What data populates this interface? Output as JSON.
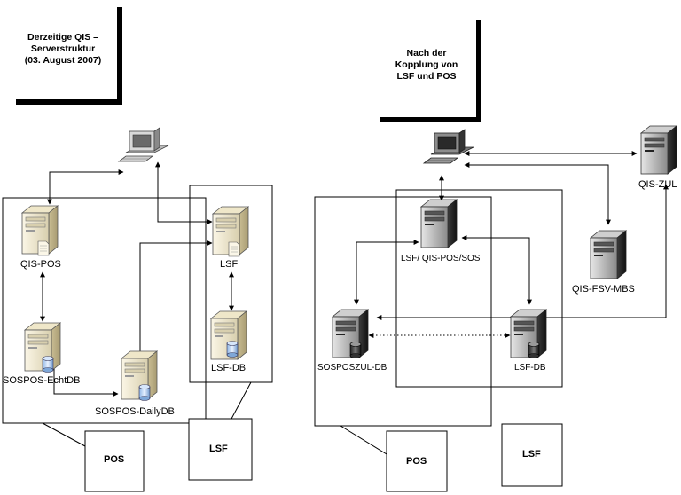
{
  "left_title": {
    "line1": "Derzeitige QIS –",
    "line2": "Serverstruktur",
    "line3": "(03. August 2007)"
  },
  "right_title": {
    "line1": "Nach der",
    "line2": "Kopplung von",
    "line3": "LSF und POS"
  },
  "left": {
    "nodes": {
      "qis_pos": "QIS-POS",
      "lsf": "LSF",
      "lsf_db": "LSF-DB",
      "sospos_echtdb": "SOSPOS-EchtDB",
      "sospos_dailydb": "SOSPOS-DailyDB"
    },
    "groups": {
      "pos": "POS",
      "lsf": "LSF"
    }
  },
  "right": {
    "nodes": {
      "lsf_qis_pos_sos": "LSF/ QIS-POS/SOS",
      "qis_zul": "QIS-ZUL",
      "qis_fsv_mbs": "QIS-FSV-MBS",
      "sosposzul_db": "SOSPOSZUL-DB",
      "lsf_db": "LSF-DB"
    },
    "groups": {
      "pos": "POS",
      "lsf": "LSF"
    }
  }
}
